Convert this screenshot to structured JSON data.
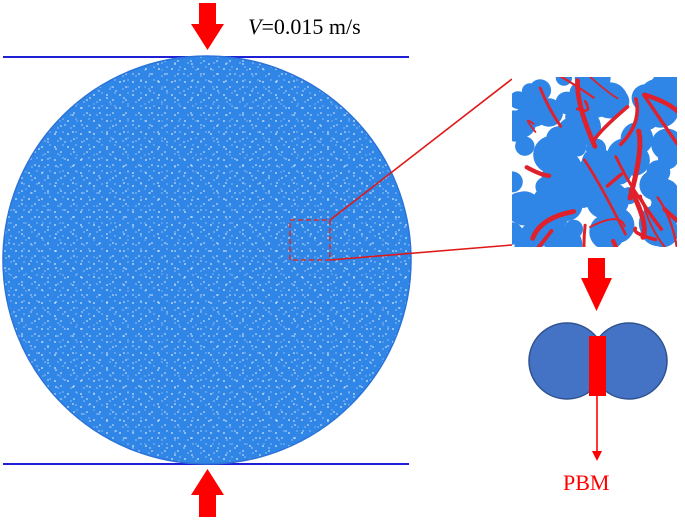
{
  "loading": {
    "velocity_symbol": "V",
    "velocity_value": "=0.015 m/s"
  },
  "bond_model": {
    "label": "PBM"
  },
  "colors": {
    "particle": "#2f86e6",
    "particle_dark": "#2b73d8",
    "platen": "#1f1fd6",
    "arrow": "#ff0000",
    "force_chain": "#e0202a",
    "bond_particle": "#4472c4",
    "bond_outline": "#2f528f"
  },
  "icons": {
    "loading_arrow": "arrow-down-icon",
    "reaction_arrow": "arrow-up-icon"
  }
}
